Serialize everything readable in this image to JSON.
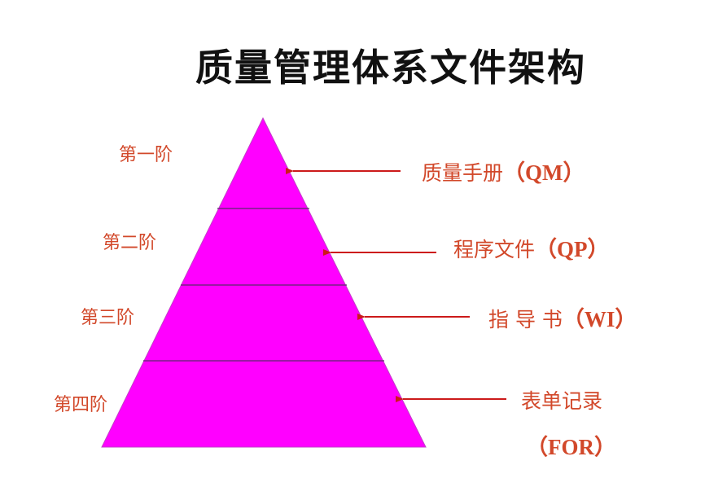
{
  "title": "质量管理体系文件架构",
  "colors": {
    "pyramid_fill": "#ff00ff",
    "divider": "#5a2a6a",
    "arrow": "#cc1a1a",
    "label_text": "#d2482a",
    "title_text": "#111111"
  },
  "tiers": [
    {
      "level_label": "第一阶",
      "doc_name": "质量手册",
      "code": "（QM）"
    },
    {
      "level_label": "第二阶",
      "doc_name": "程序文件",
      "code": "（QP）"
    },
    {
      "level_label": "第三阶",
      "doc_name": "指 导 书",
      "code": "（WI）"
    },
    {
      "level_label": "第四阶",
      "doc_name": "表单记录",
      "code": "（FOR）"
    }
  ]
}
